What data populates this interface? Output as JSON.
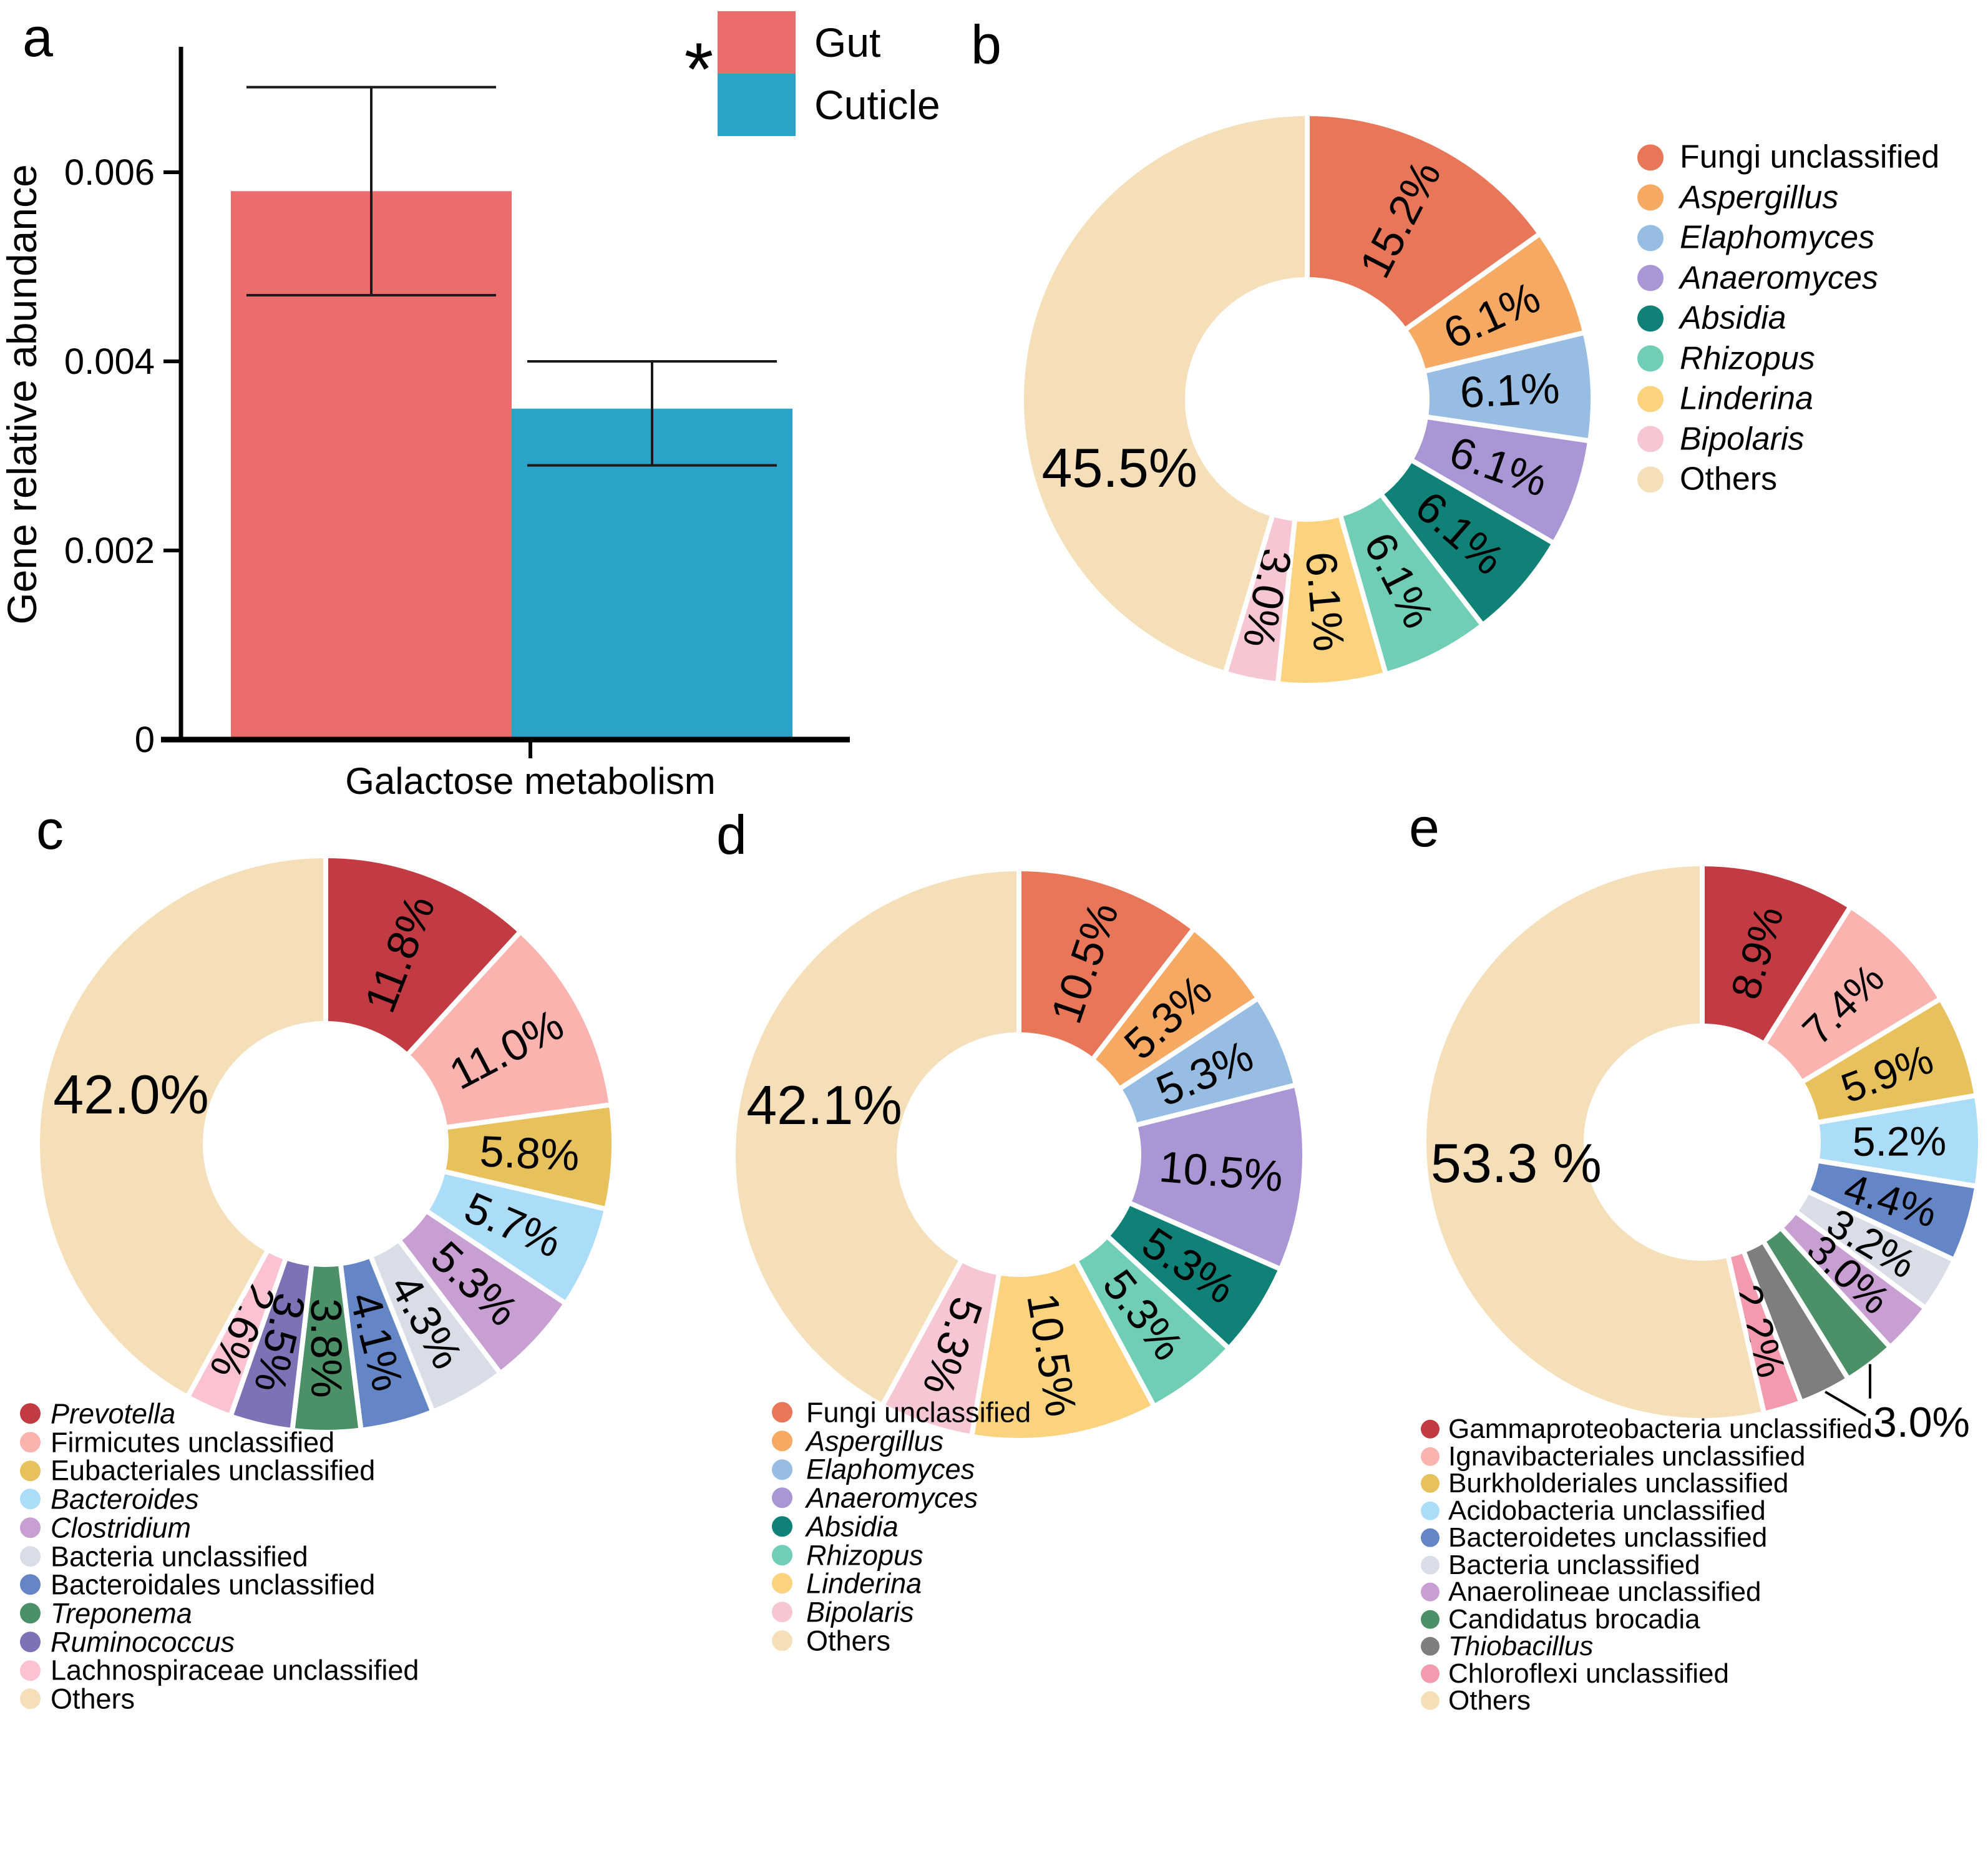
{
  "panels": {
    "a": {
      "letter": "a",
      "significance": "*",
      "y_axis": {
        "title": "Gene relative abundance",
        "tick_labels": [
          "0",
          "0.002",
          "0.004",
          "0.006"
        ]
      },
      "x_axis": {
        "category": "Galactose metabolism"
      },
      "legend": [
        {
          "label": "Gut",
          "color": "#EA6C6C"
        },
        {
          "label": "Cuticle",
          "color": "#2BA2C8"
        }
      ]
    },
    "b": {
      "letter": "b",
      "legend": [
        {
          "label": "Fungi unclassified",
          "color": "#E87759",
          "italic": false
        },
        {
          "label": "Aspergillus",
          "color": "#F5A962",
          "italic": true
        },
        {
          "label": "Elaphomyces",
          "color": "#97BDE3",
          "italic": true
        },
        {
          "label": "Anaeromyces",
          "color": "#AB96D5",
          "italic": true
        },
        {
          "label": "Absidia",
          "color": "#0F8176",
          "italic": true
        },
        {
          "label": "Rhizopus",
          "color": "#6FCEB5",
          "italic": true
        },
        {
          "label": "Linderina",
          "color": "#FBD37F",
          "italic": true
        },
        {
          "label": "Bipolaris",
          "color": "#F7C6D3",
          "italic": true
        },
        {
          "label": "Others",
          "color": "#F5DFB9",
          "italic": false
        }
      ]
    },
    "c": {
      "letter": "c",
      "legend": [
        {
          "label": "Prevotella",
          "color": "#C23B43",
          "italic": true
        },
        {
          "label": "Firmicutes unclassified",
          "color": "#FBB3B0",
          "italic": false
        },
        {
          "label": "Eubacteriales unclassified",
          "color": "#E6C15C",
          "italic": false
        },
        {
          "label": "Bacteroides",
          "color": "#ABDDF9",
          "italic": true
        },
        {
          "label": "Clostridium",
          "color": "#C89FD3",
          "italic": true
        },
        {
          "label": "Bacteria unclassified",
          "color": "#D8DDE8",
          "italic": false
        },
        {
          "label": "Bacteroidales unclassified",
          "color": "#6486C6",
          "italic": false
        },
        {
          "label": "Treponema",
          "color": "#4B9066",
          "italic": true
        },
        {
          "label": "Ruminococcus",
          "color": "#7C72B5",
          "italic": true
        },
        {
          "label": "Lachnospiraceae unclassified",
          "color": "#FBC3D2",
          "italic": false
        },
        {
          "label": "Others",
          "color": "#F5DFB9",
          "italic": false
        }
      ]
    },
    "d": {
      "letter": "d",
      "legend": [
        {
          "label": "Fungi unclassified",
          "color": "#E87759",
          "italic": false
        },
        {
          "label": "Aspergillus",
          "color": "#F5A962",
          "italic": true
        },
        {
          "label": "Elaphomyces",
          "color": "#97BDE3",
          "italic": true
        },
        {
          "label": "Anaeromyces",
          "color": "#AB96D5",
          "italic": true
        },
        {
          "label": "Absidia",
          "color": "#0F8176",
          "italic": true
        },
        {
          "label": "Rhizopus",
          "color": "#6FCEB5",
          "italic": true
        },
        {
          "label": "Linderina",
          "color": "#FBD37F",
          "italic": true
        },
        {
          "label": "Bipolaris",
          "color": "#F7C6D3",
          "italic": true
        },
        {
          "label": "Others",
          "color": "#F5DFB9",
          "italic": false
        }
      ]
    },
    "e": {
      "letter": "e",
      "legend": [
        {
          "label": "Gammaproteobacteria unclassified",
          "color": "#C23B43",
          "italic": false
        },
        {
          "label": "Ignavibacteriales unclassified",
          "color": "#FBB3B0",
          "italic": false
        },
        {
          "label": "Burkholderiales unclassified",
          "color": "#E6C15C",
          "italic": false
        },
        {
          "label": "Acidobacteria unclassified",
          "color": "#ABDDF9",
          "italic": false
        },
        {
          "label": "Bacteroidetes unclassified",
          "color": "#6486C6",
          "italic": false
        },
        {
          "label": "Bacteria unclassified",
          "color": "#D8DDE8",
          "italic": false
        },
        {
          "label": "Anaerolineae unclassified",
          "color": "#C89FD3",
          "italic": false
        },
        {
          "label": "Candidatus brocadia",
          "color": "#4B9066",
          "italic": false
        },
        {
          "label": "Thiobacillus",
          "color": "#7E7E7E",
          "italic": true
        },
        {
          "label": "Chloroflexi unclassified",
          "color": "#F49AAE",
          "italic": false
        },
        {
          "label": "Others",
          "color": "#F5DFB9",
          "italic": false
        }
      ]
    }
  },
  "chart_data": [
    {
      "panel": "a",
      "type": "bar",
      "title": "",
      "categories": [
        "Galactose metabolism"
      ],
      "series": [
        {
          "name": "Gut",
          "values": [
            0.0058
          ],
          "error_low": [
            0.0047
          ],
          "error_high": [
            0.0069
          ],
          "color": "#EA6C6C"
        },
        {
          "name": "Cuticle",
          "values": [
            0.0035
          ],
          "error_low": [
            0.0029
          ],
          "error_high": [
            0.004
          ],
          "color": "#2BA2C8"
        }
      ],
      "xlabel": "Galactose metabolism",
      "ylabel": "Gene relative abundance",
      "ylim": [
        0,
        0.0072
      ],
      "yticks": [
        0,
        0.002,
        0.004,
        0.006
      ],
      "ytick_labels": [
        "0",
        "0.002",
        "0.004",
        "0.006"
      ],
      "significance": "*",
      "grid": false,
      "legend_position": "top-right"
    },
    {
      "panel": "b",
      "type": "pie",
      "subtype": "donut",
      "title": "",
      "slices": [
        {
          "label": "Fungi unclassified",
          "value": 15.2,
          "text": "15.2%",
          "color": "#E87759",
          "mode": "radial"
        },
        {
          "label": "Aspergillus",
          "value": 6.1,
          "text": "6.1%",
          "color": "#F5A962",
          "mode": "radial"
        },
        {
          "label": "Elaphomyces",
          "value": 6.1,
          "text": "6.1%",
          "color": "#97BDE3",
          "mode": "radial"
        },
        {
          "label": "Anaeromyces",
          "value": 6.1,
          "text": "6.1%",
          "color": "#AB96D5",
          "mode": "radial"
        },
        {
          "label": "Absidia",
          "value": 6.1,
          "text": "6.1%",
          "color": "#0F8176",
          "mode": "radial"
        },
        {
          "label": "Rhizopus",
          "value": 6.1,
          "text": "6.1%",
          "color": "#6FCEB5",
          "mode": "radial"
        },
        {
          "label": "Linderina",
          "value": 6.1,
          "text": "6.1%",
          "color": "#FBD37F",
          "mode": "radial"
        },
        {
          "label": "Bipolaris",
          "value": 3.0,
          "text": "3.0%",
          "color": "#F7C6D3",
          "mode": "radial"
        },
        {
          "label": "Others",
          "value": 45.5,
          "text": "45.5%",
          "color": "#F5DFB9",
          "mode": "others"
        }
      ]
    },
    {
      "panel": "c",
      "type": "pie",
      "subtype": "donut",
      "title": "",
      "slices": [
        {
          "label": "Prevotella",
          "value": 11.8,
          "text": "11.8%",
          "color": "#C23B43",
          "mode": "radial"
        },
        {
          "label": "Firmicutes unclassified",
          "value": 11.0,
          "text": "11.0%",
          "color": "#FBB3B0",
          "mode": "radial"
        },
        {
          "label": "Eubacteriales unclassified",
          "value": 5.8,
          "text": "5.8%",
          "color": "#E6C15C",
          "mode": "radial"
        },
        {
          "label": "Bacteroides",
          "value": 5.7,
          "text": "5.7%",
          "color": "#ABDDF9",
          "mode": "radial"
        },
        {
          "label": "Clostridium",
          "value": 5.3,
          "text": "5.3%",
          "color": "#C89FD3",
          "mode": "radial"
        },
        {
          "label": "Bacteria unclassified",
          "value": 4.3,
          "text": "4.3%",
          "color": "#D8DDE8",
          "mode": "radial"
        },
        {
          "label": "Bacteroidales unclassified",
          "value": 4.1,
          "text": "4.1%",
          "color": "#6486C6",
          "mode": "radial"
        },
        {
          "label": "Treponema",
          "value": 3.8,
          "text": "3.8%",
          "color": "#4B9066",
          "mode": "radial"
        },
        {
          "label": "Ruminococcus",
          "value": 3.5,
          "text": "3.5%",
          "color": "#7C72B5",
          "mode": "radial"
        },
        {
          "label": "Lachnospiraceae unclassified",
          "value": 2.6,
          "text": "2.6%",
          "color": "#FBC3D2",
          "mode": "radial"
        },
        {
          "label": "Others",
          "value": 42.0,
          "text": "42.0%",
          "color": "#F5DFB9",
          "mode": "others"
        }
      ]
    },
    {
      "panel": "d",
      "type": "pie",
      "subtype": "donut",
      "title": "",
      "slices": [
        {
          "label": "Fungi unclassified",
          "value": 10.5,
          "text": "10.5%",
          "color": "#E87759",
          "mode": "radial"
        },
        {
          "label": "Aspergillus",
          "value": 5.3,
          "text": "5.3%",
          "color": "#F5A962",
          "mode": "radial"
        },
        {
          "label": "Elaphomyces",
          "value": 5.3,
          "text": "5.3%",
          "color": "#97BDE3",
          "mode": "radial"
        },
        {
          "label": "Anaeromyces",
          "value": 10.5,
          "text": "10.5%",
          "color": "#AB96D5",
          "mode": "radial"
        },
        {
          "label": "Absidia",
          "value": 5.3,
          "text": "5.3%",
          "color": "#0F8176",
          "mode": "radial"
        },
        {
          "label": "Rhizopus",
          "value": 5.3,
          "text": "5.3%",
          "color": "#6FCEB5",
          "mode": "radial"
        },
        {
          "label": "Linderina",
          "value": 10.5,
          "text": "10.5%",
          "color": "#FBD37F",
          "mode": "radial"
        },
        {
          "label": "Bipolaris",
          "value": 5.3,
          "text": "5.3%",
          "color": "#F7C6D3",
          "mode": "radial"
        },
        {
          "label": "Others",
          "value": 42.1,
          "text": "42.1%",
          "color": "#F5DFB9",
          "mode": "others"
        }
      ]
    },
    {
      "panel": "e",
      "type": "pie",
      "subtype": "donut",
      "title": "",
      "shared_leader_label": "3.0%",
      "slices": [
        {
          "label": "Gammaproteobacteria unclassified",
          "value": 8.9,
          "text": "8.9%",
          "color": "#C23B43",
          "mode": "radial"
        },
        {
          "label": "Ignavibacteriales unclassified",
          "value": 7.4,
          "text": "7.4%",
          "color": "#FBB3B0",
          "mode": "radial"
        },
        {
          "label": "Burkholderiales unclassified",
          "value": 5.9,
          "text": "5.9%",
          "color": "#E6C15C",
          "mode": "radial"
        },
        {
          "label": "Acidobacteria unclassified",
          "value": 5.2,
          "text": "5.2%",
          "color": "#ABDDF9",
          "mode": "radial"
        },
        {
          "label": "Bacteroidetes unclassified",
          "value": 4.4,
          "text": "4.4%",
          "color": "#6486C6",
          "mode": "radial"
        },
        {
          "label": "Bacteria unclassified",
          "value": 3.2,
          "text": "3.2%",
          "color": "#D8DDE8",
          "mode": "radial"
        },
        {
          "label": "Anaerolineae unclassified",
          "value": 3.0,
          "text": "3.0%",
          "color": "#C89FD3",
          "mode": "radial"
        },
        {
          "label": "Candidatus brocadia",
          "value": 3.0,
          "text": "3.0%",
          "color": "#4B9066",
          "mode": "leader"
        },
        {
          "label": "Thiobacillus",
          "value": 3.0,
          "text": "3.0%",
          "color": "#7E7E7E",
          "mode": "leader"
        },
        {
          "label": "Chloroflexi unclassified",
          "value": 2.2,
          "text": "2.2%",
          "color": "#F49AAE",
          "mode": "radial"
        },
        {
          "label": "Others",
          "value": 53.3,
          "text": "53.3 %",
          "color": "#F5DFB9",
          "mode": "others"
        }
      ]
    }
  ]
}
